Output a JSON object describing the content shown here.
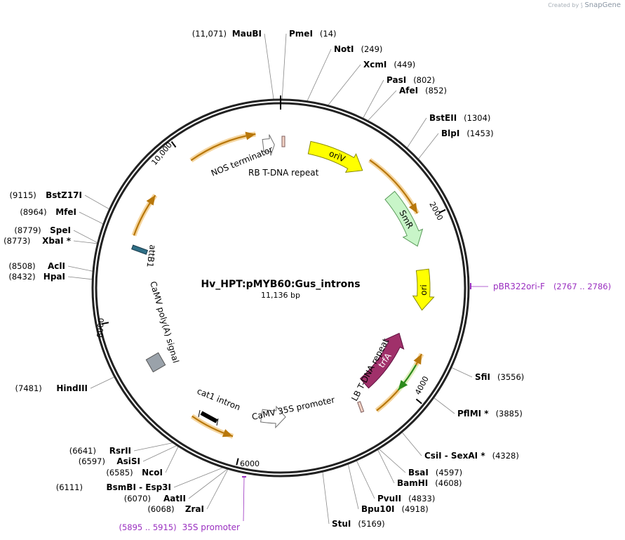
{
  "credit": {
    "text": "Created by",
    "brand": "SnapGene"
  },
  "plasmid": {
    "name": "Hv_HPT:pMYB60:Gus_introns",
    "size_label": "11,136 bp",
    "length": 11136
  },
  "ticks": [
    {
      "pos": 2000,
      "label": "2000"
    },
    {
      "pos": 4000,
      "label": "4000"
    },
    {
      "pos": 6000,
      "label": "6000"
    },
    {
      "pos": 8000,
      "label": "8000"
    },
    {
      "pos": 10000,
      "label": "10,000"
    }
  ],
  "sites": [
    {
      "name": "MauBI",
      "pos": 11071,
      "pos_label": "(11,071)"
    },
    {
      "name": "PmeI",
      "pos": 14,
      "pos_label": "(14)"
    },
    {
      "name": "NotI",
      "pos": 249,
      "pos_label": "(249)"
    },
    {
      "name": "XcmI",
      "pos": 449,
      "pos_label": "(449)"
    },
    {
      "name": "PasI",
      "pos": 802,
      "pos_label": "(802)"
    },
    {
      "name": "AfeI",
      "pos": 852,
      "pos_label": "(852)"
    },
    {
      "name": "BstEII",
      "pos": 1304,
      "pos_label": "(1304)"
    },
    {
      "name": "BlpI",
      "pos": 1453,
      "pos_label": "(1453)"
    },
    {
      "name": "SfiI",
      "pos": 3556,
      "pos_label": "(3556)"
    },
    {
      "name": "PflMI *",
      "pos": 3885,
      "pos_label": "(3885)"
    },
    {
      "name": "CsiI  -  SexAI *",
      "pos": 4328,
      "pos_label": "(4328)"
    },
    {
      "name": "BsaI",
      "pos": 4597,
      "pos_label": "(4597)"
    },
    {
      "name": "BamHI",
      "pos": 4608,
      "pos_label": "(4608)"
    },
    {
      "name": "PvuII",
      "pos": 4833,
      "pos_label": "(4833)"
    },
    {
      "name": "Bpu10I",
      "pos": 4918,
      "pos_label": "(4918)"
    },
    {
      "name": "StuI",
      "pos": 5169,
      "pos_label": "(5169)"
    },
    {
      "name": "ZraI",
      "pos": 6068,
      "pos_label": "(6068)"
    },
    {
      "name": "AatII",
      "pos": 6070,
      "pos_label": "(6070)"
    },
    {
      "name": "BsmBI  -  Esp3I",
      "pos": 6111,
      "pos_label": "(6111)"
    },
    {
      "name": "NcoI",
      "pos": 6585,
      "pos_label": "(6585)"
    },
    {
      "name": "AsiSI",
      "pos": 6597,
      "pos_label": "(6597)"
    },
    {
      "name": "RsrII",
      "pos": 6641,
      "pos_label": "(6641)"
    },
    {
      "name": "HindIII",
      "pos": 7481,
      "pos_label": "(7481)"
    },
    {
      "name": "HpaI",
      "pos": 8432,
      "pos_label": "(8432)"
    },
    {
      "name": "AclI",
      "pos": 8508,
      "pos_label": "(8508)"
    },
    {
      "name": "XbaI *",
      "pos": 8773,
      "pos_label": "(8773)"
    },
    {
      "name": "SpeI",
      "pos": 8779,
      "pos_label": "(8779)"
    },
    {
      "name": "MfeI",
      "pos": 8964,
      "pos_label": "(8964)"
    },
    {
      "name": "BstZ17I",
      "pos": 9115,
      "pos_label": "(9115)"
    }
  ],
  "primers": [
    {
      "name": "pBR322ori-F",
      "range": "(2767 .. 2786)",
      "pos": 2776
    },
    {
      "name": "35S promoter",
      "range": "(5895 .. 5915)",
      "pos": 5905
    }
  ],
  "features": [
    {
      "label": "oriV",
      "start": 360,
      "end": 1080,
      "dir": 1,
      "color": "#ffff00",
      "stroke": "#8a8a00"
    },
    {
      "label": "SmR",
      "start": 1540,
      "end": 2260,
      "dir": 1,
      "color": "#c8f5c8",
      "stroke": "#5a9a5a"
    },
    {
      "label": "ori",
      "start": 2560,
      "end": 3060,
      "dir": 1,
      "color": "#ffff00",
      "stroke": "#8a8a00"
    },
    {
      "label": "trfA",
      "start": 3430,
      "end": 4290,
      "dir": -1,
      "color": "#a0306a",
      "stroke": "#601040"
    },
    {
      "label": "CaMV 35S promoter",
      "start": 5500,
      "end": 5830,
      "dir": -1,
      "color": "#ffffff",
      "stroke": "#707070"
    },
    {
      "label": "NOS terminator",
      "start": 10920,
      "end": 11060,
      "dir": 1,
      "color": "#ffffff",
      "stroke": "#707070"
    }
  ],
  "small_labels": [
    {
      "text": "RB T-DNA repeat"
    },
    {
      "text": "LB T-DNA repeat"
    },
    {
      "text": "attB1"
    },
    {
      "text": "CaMV poly(A) signal"
    },
    {
      "text": "cat1 intron"
    }
  ]
}
